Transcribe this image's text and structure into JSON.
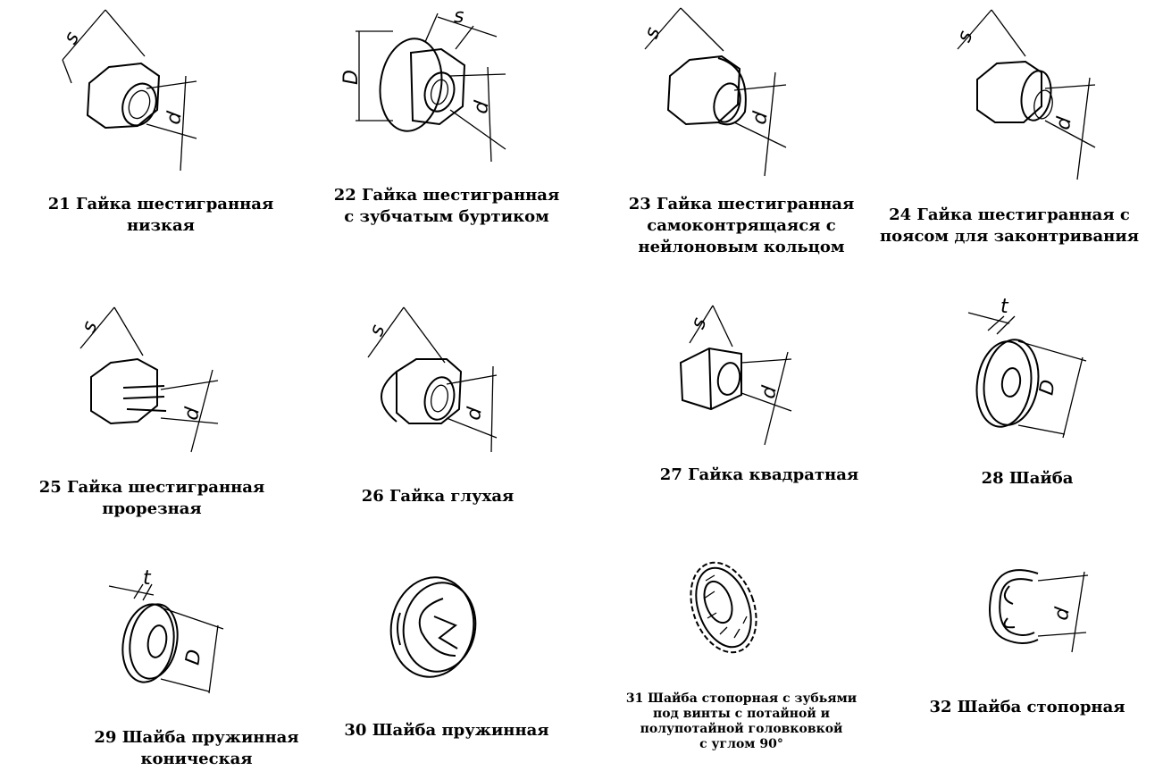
{
  "items": [
    {
      "id": "21",
      "icon": "low-hex-nut-icon",
      "dims": [
        "s",
        "d"
      ],
      "caption": [
        "21  Гайка шестигранная",
        "низкая"
      ]
    },
    {
      "id": "22",
      "icon": "hex-nut-serrated-flange-icon",
      "dims": [
        "D",
        "s",
        "d"
      ],
      "caption": [
        "22  Гайка шестигранная",
        "с зубчатым буртиком"
      ]
    },
    {
      "id": "23",
      "icon": "nylon-insert-lock-nut-icon",
      "dims": [
        "s",
        "d"
      ],
      "caption": [
        "23  Гайка шестигранная",
        "самоконтрящаяся с",
        "нейлоновым кольцом"
      ]
    },
    {
      "id": "24",
      "icon": "hex-nut-locking-collar-icon",
      "dims": [
        "s",
        "d"
      ],
      "caption": [
        "24  Гайка шестигранная с",
        "поясом для законтривания"
      ]
    },
    {
      "id": "25",
      "icon": "slotted-hex-nut-icon",
      "dims": [
        "s",
        "d"
      ],
      "caption": [
        "25  Гайка шестигранная",
        "прорезная"
      ]
    },
    {
      "id": "26",
      "icon": "cap-nut-icon",
      "dims": [
        "s",
        "d"
      ],
      "caption": [
        "26  Гайка глухая"
      ]
    },
    {
      "id": "27",
      "icon": "square-nut-icon",
      "dims": [
        "s",
        "d"
      ],
      "caption": [
        "27  Гайка квадратная"
      ]
    },
    {
      "id": "28",
      "icon": "flat-washer-icon",
      "dims": [
        "t",
        "D"
      ],
      "caption": [
        "28  Шайба"
      ]
    },
    {
      "id": "29",
      "icon": "conical-spring-washer-icon",
      "dims": [
        "t",
        "D"
      ],
      "caption": [
        "29  Шайба пружинная",
        "коническая"
      ]
    },
    {
      "id": "30",
      "icon": "spring-washer-icon",
      "dims": [],
      "caption": [
        "30  Шайба пружинная"
      ]
    },
    {
      "id": "31",
      "icon": "toothed-lock-washer-icon",
      "dims": [],
      "caption": [
        "31  Шайба стопорная с зубьями",
        "под винты с потайной и",
        "полупотайной головковкой",
        "с углом 90°"
      ]
    },
    {
      "id": "32",
      "icon": "retaining-ring-icon",
      "dims": [
        "d"
      ],
      "caption": [
        "32  Шайба стопорная"
      ]
    }
  ]
}
